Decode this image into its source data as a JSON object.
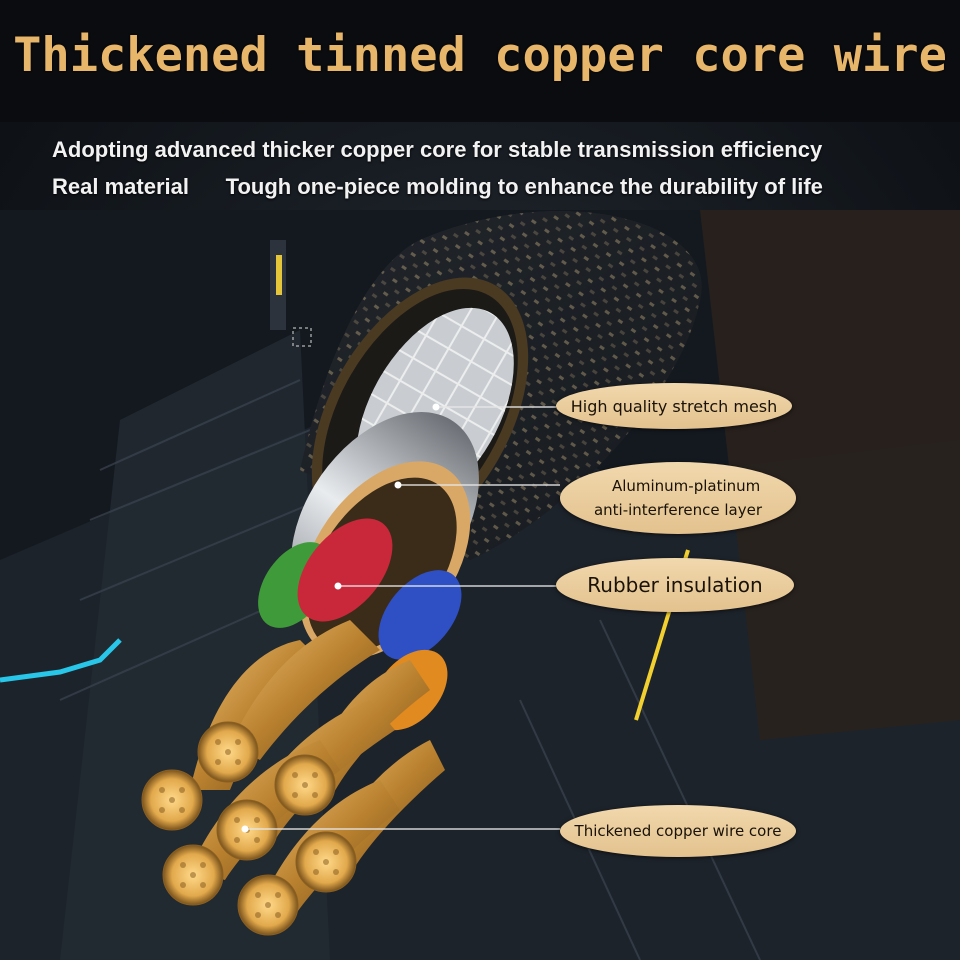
{
  "headline": "Thickened tinned copper core wire",
  "subtitle_line1": "Adopting advanced thicker copper core for stable transmission efficiency",
  "subtitle_line2": "Real material      Tough one-piece molding to enhance the durability of life",
  "callouts": {
    "mesh": "High quality stretch mesh",
    "aluminum_line1": "Aluminum-platinum",
    "aluminum_line2": "anti-interference layer",
    "rubber": "Rubber insulation",
    "core": "Thickened copper wire core"
  },
  "colors": {
    "headline": "#e7b66a",
    "label_bg": "#ead0a1",
    "copper": "#d9a352",
    "wire_green": "#3f9a3a",
    "wire_red": "#c8283a",
    "wire_blue": "#2f4fc4",
    "wire_orange": "#e08a1f"
  }
}
